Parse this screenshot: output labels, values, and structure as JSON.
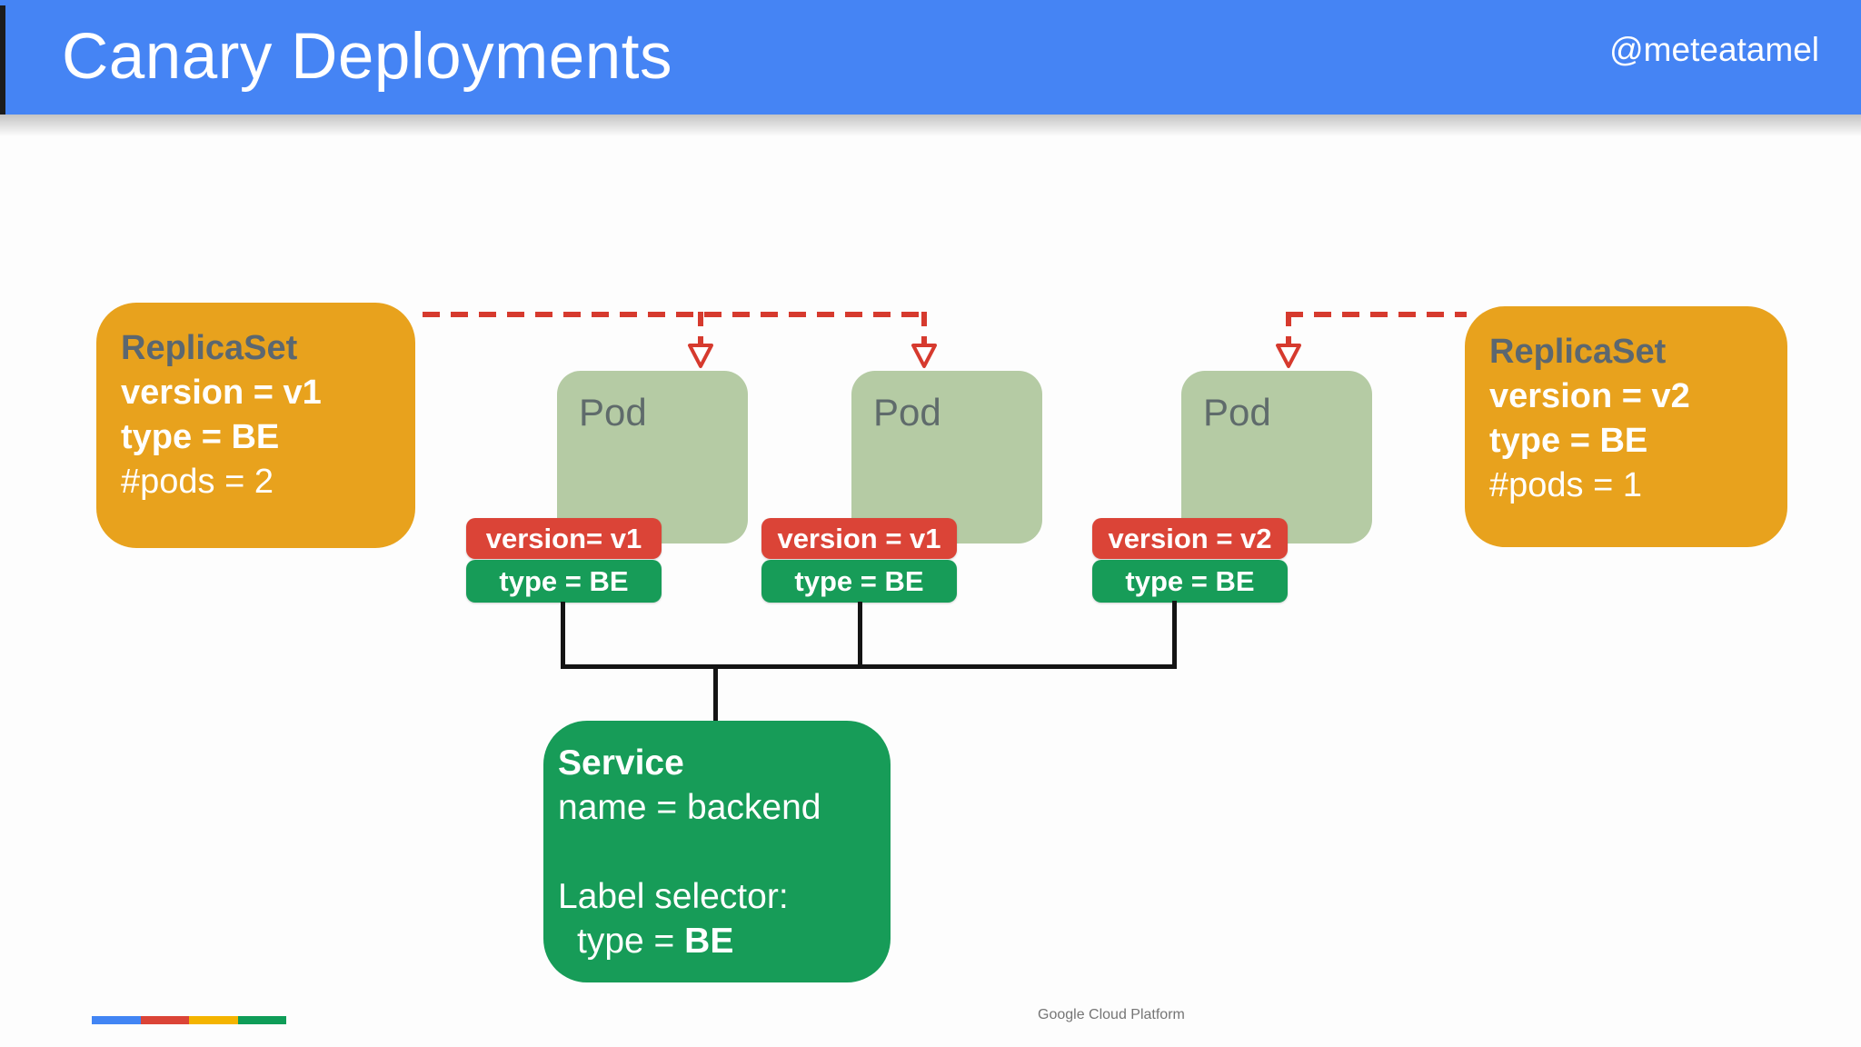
{
  "header": {
    "title": "Canary Deployments",
    "handle": "@meteatamel",
    "bg_color": "#4584F4"
  },
  "diagram": {
    "replicaset_left": {
      "title": "ReplicaSet",
      "version_line": "version = v1",
      "type_line": "type = BE",
      "pods_line": "#pods = 2"
    },
    "replicaset_right": {
      "title": "ReplicaSet",
      "version_line": "version = v2",
      "type_line": "type = BE",
      "pods_line": "#pods = 1"
    },
    "pods": [
      {
        "label": "Pod",
        "version_label": "version= v1",
        "type_label": "type = BE"
      },
      {
        "label": "Pod",
        "version_label": "version = v1",
        "type_label": "type = BE"
      },
      {
        "label": "Pod",
        "version_label": "version = v2",
        "type_label": "type = BE"
      }
    ],
    "service": {
      "title": "Service",
      "name_line": "name = backend",
      "selector_heading": "Label selector:",
      "selector_prefix": "type = ",
      "selector_value": "BE"
    },
    "colors": {
      "amber_box": "#E8A21D",
      "pod_green": "#B5CBA4",
      "label_red": "#DB4437",
      "label_green": "#179C58",
      "dashed_red": "#D63A2E",
      "connector_black": "#141414"
    },
    "icons": [
      "dashed-arrowhead-icon"
    ]
  },
  "footer": {
    "brand": "Google Cloud Platform",
    "bar_colors": [
      "#4285F4",
      "#DB4437",
      "#F4B400",
      "#0F9D58"
    ]
  }
}
